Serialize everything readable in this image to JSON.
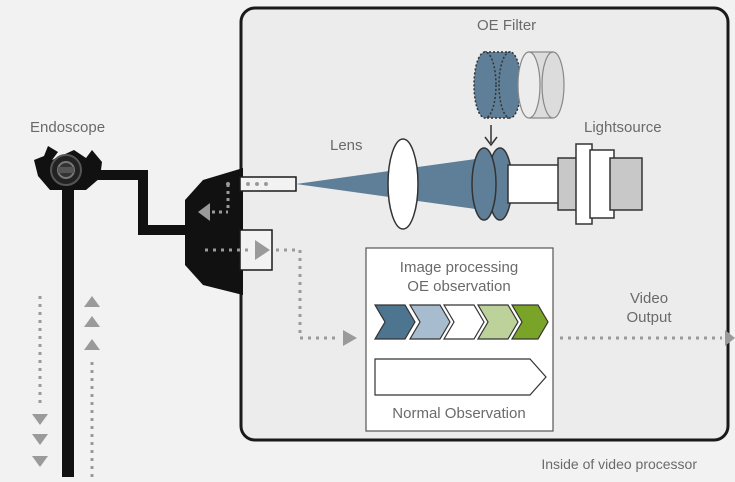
{
  "diagram": {
    "labels": {
      "endoscope": "Endoscope",
      "oe_filter": "OE Filter",
      "lens": "Lens",
      "lightsource": "Lightsource",
      "image_processing_line1": "Image processing",
      "image_processing_line2": "OE observation",
      "video_output_line1": "Video",
      "video_output_line2": "Output",
      "normal_observation": "Normal Observation",
      "processor_caption": "Inside of video processor"
    },
    "colors": {
      "background": "#f2f2f2",
      "box_stroke": "#1a1a1a",
      "lens_blue": "#5e7f97",
      "arrow_gray": "#9a9a9a",
      "chevron_fills": [
        "#4d7590",
        "#a8bccf",
        "#ffffff",
        "#bcd29a",
        "#7aa428"
      ]
    },
    "icons": [
      "endoscope-icon",
      "oe-filter-icon",
      "lens-icon",
      "lightsource-icon",
      "light-beam-icon",
      "connector-icon"
    ]
  }
}
